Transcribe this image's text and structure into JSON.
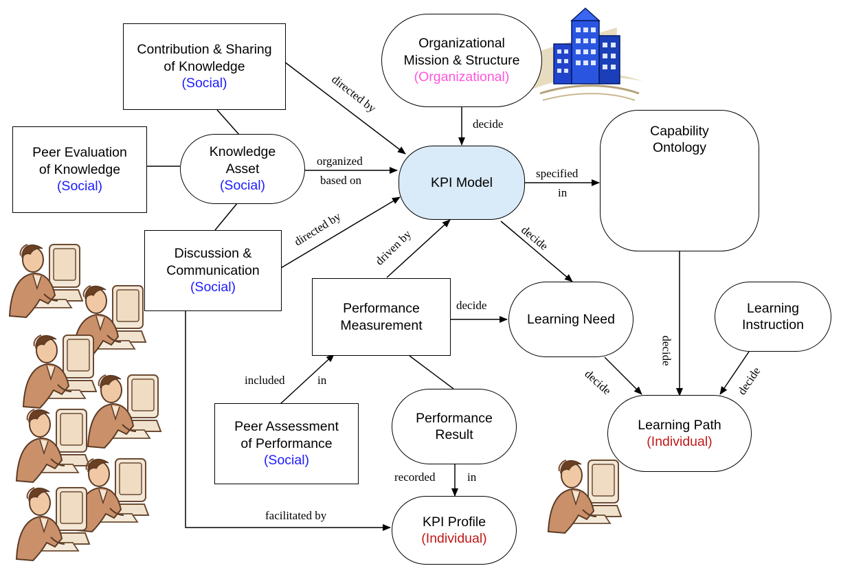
{
  "nodes": {
    "contribution": {
      "line1": "Contribution & Sharing",
      "line2": "of Knowledge",
      "tag": "(Social)"
    },
    "mission": {
      "line1": "Organizational",
      "line2": "Mission & Structure",
      "tag": "(Organizational)"
    },
    "peer_eval": {
      "line1": "Peer Evaluation",
      "line2": "of Knowledge",
      "tag": "(Social)"
    },
    "knowledge_asset": {
      "line1": "Knowledge",
      "line2": "Asset",
      "tag": "(Social)"
    },
    "kpi_model": {
      "line1": "KPI Model"
    },
    "capability": {
      "line1": "Capability",
      "line2": "Ontology"
    },
    "discussion": {
      "line1": "Discussion &",
      "line2": "Communication",
      "tag": "(Social)"
    },
    "perf_measurement": {
      "line1": "Performance",
      "line2": "Measurement"
    },
    "learning_need": {
      "line1": "Learning Need"
    },
    "learning_instruction": {
      "line1": "Learning",
      "line2": "Instruction"
    },
    "learning_path": {
      "line1": "Learning Path",
      "tag": "(Individual)"
    },
    "peer_assessment": {
      "line1": "Peer Assessment",
      "line2": "of Performance",
      "tag": "(Social)"
    },
    "perf_result": {
      "line1": "Performance",
      "line2": "Result"
    },
    "kpi_profile": {
      "line1": "KPI Profile",
      "tag": "(Individual)"
    }
  },
  "edge_labels": {
    "directed_by_top": "directed by",
    "decide_mission": "decide",
    "organized": "organized",
    "based_on": "based on",
    "specified": "specified",
    "in_spec": "in",
    "directed_by_mid": "directed by",
    "driven_by": "driven by",
    "decide_kpi_need": "decide",
    "decide_perf_need": "decide",
    "decide_cap_path": "decide",
    "decide_need_path": "decide",
    "decide_instr_path": "decide",
    "included": "included",
    "in_included": "in",
    "recorded": "recorded",
    "in_recorded": "in",
    "facilitated_by": "facilitated by"
  },
  "colors": {
    "social": "#1a1aff",
    "organizational": "#ff55dd",
    "individual": "#c01818",
    "kpi_fill": "#d9eaf8"
  },
  "illustrations": [
    "office-building-icon",
    "office-worker-at-computer-icon"
  ]
}
